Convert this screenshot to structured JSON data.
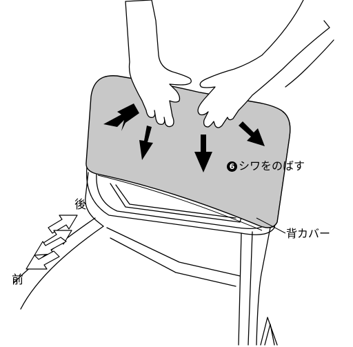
{
  "labels": {
    "step_number": "6",
    "step_text": "シワをのばす",
    "part_name": "背カバー",
    "back_direction": "後",
    "front_direction": "前"
  },
  "colors": {
    "cover_fill": "#c8c8c8",
    "line": "#000000",
    "background": "#ffffff"
  }
}
